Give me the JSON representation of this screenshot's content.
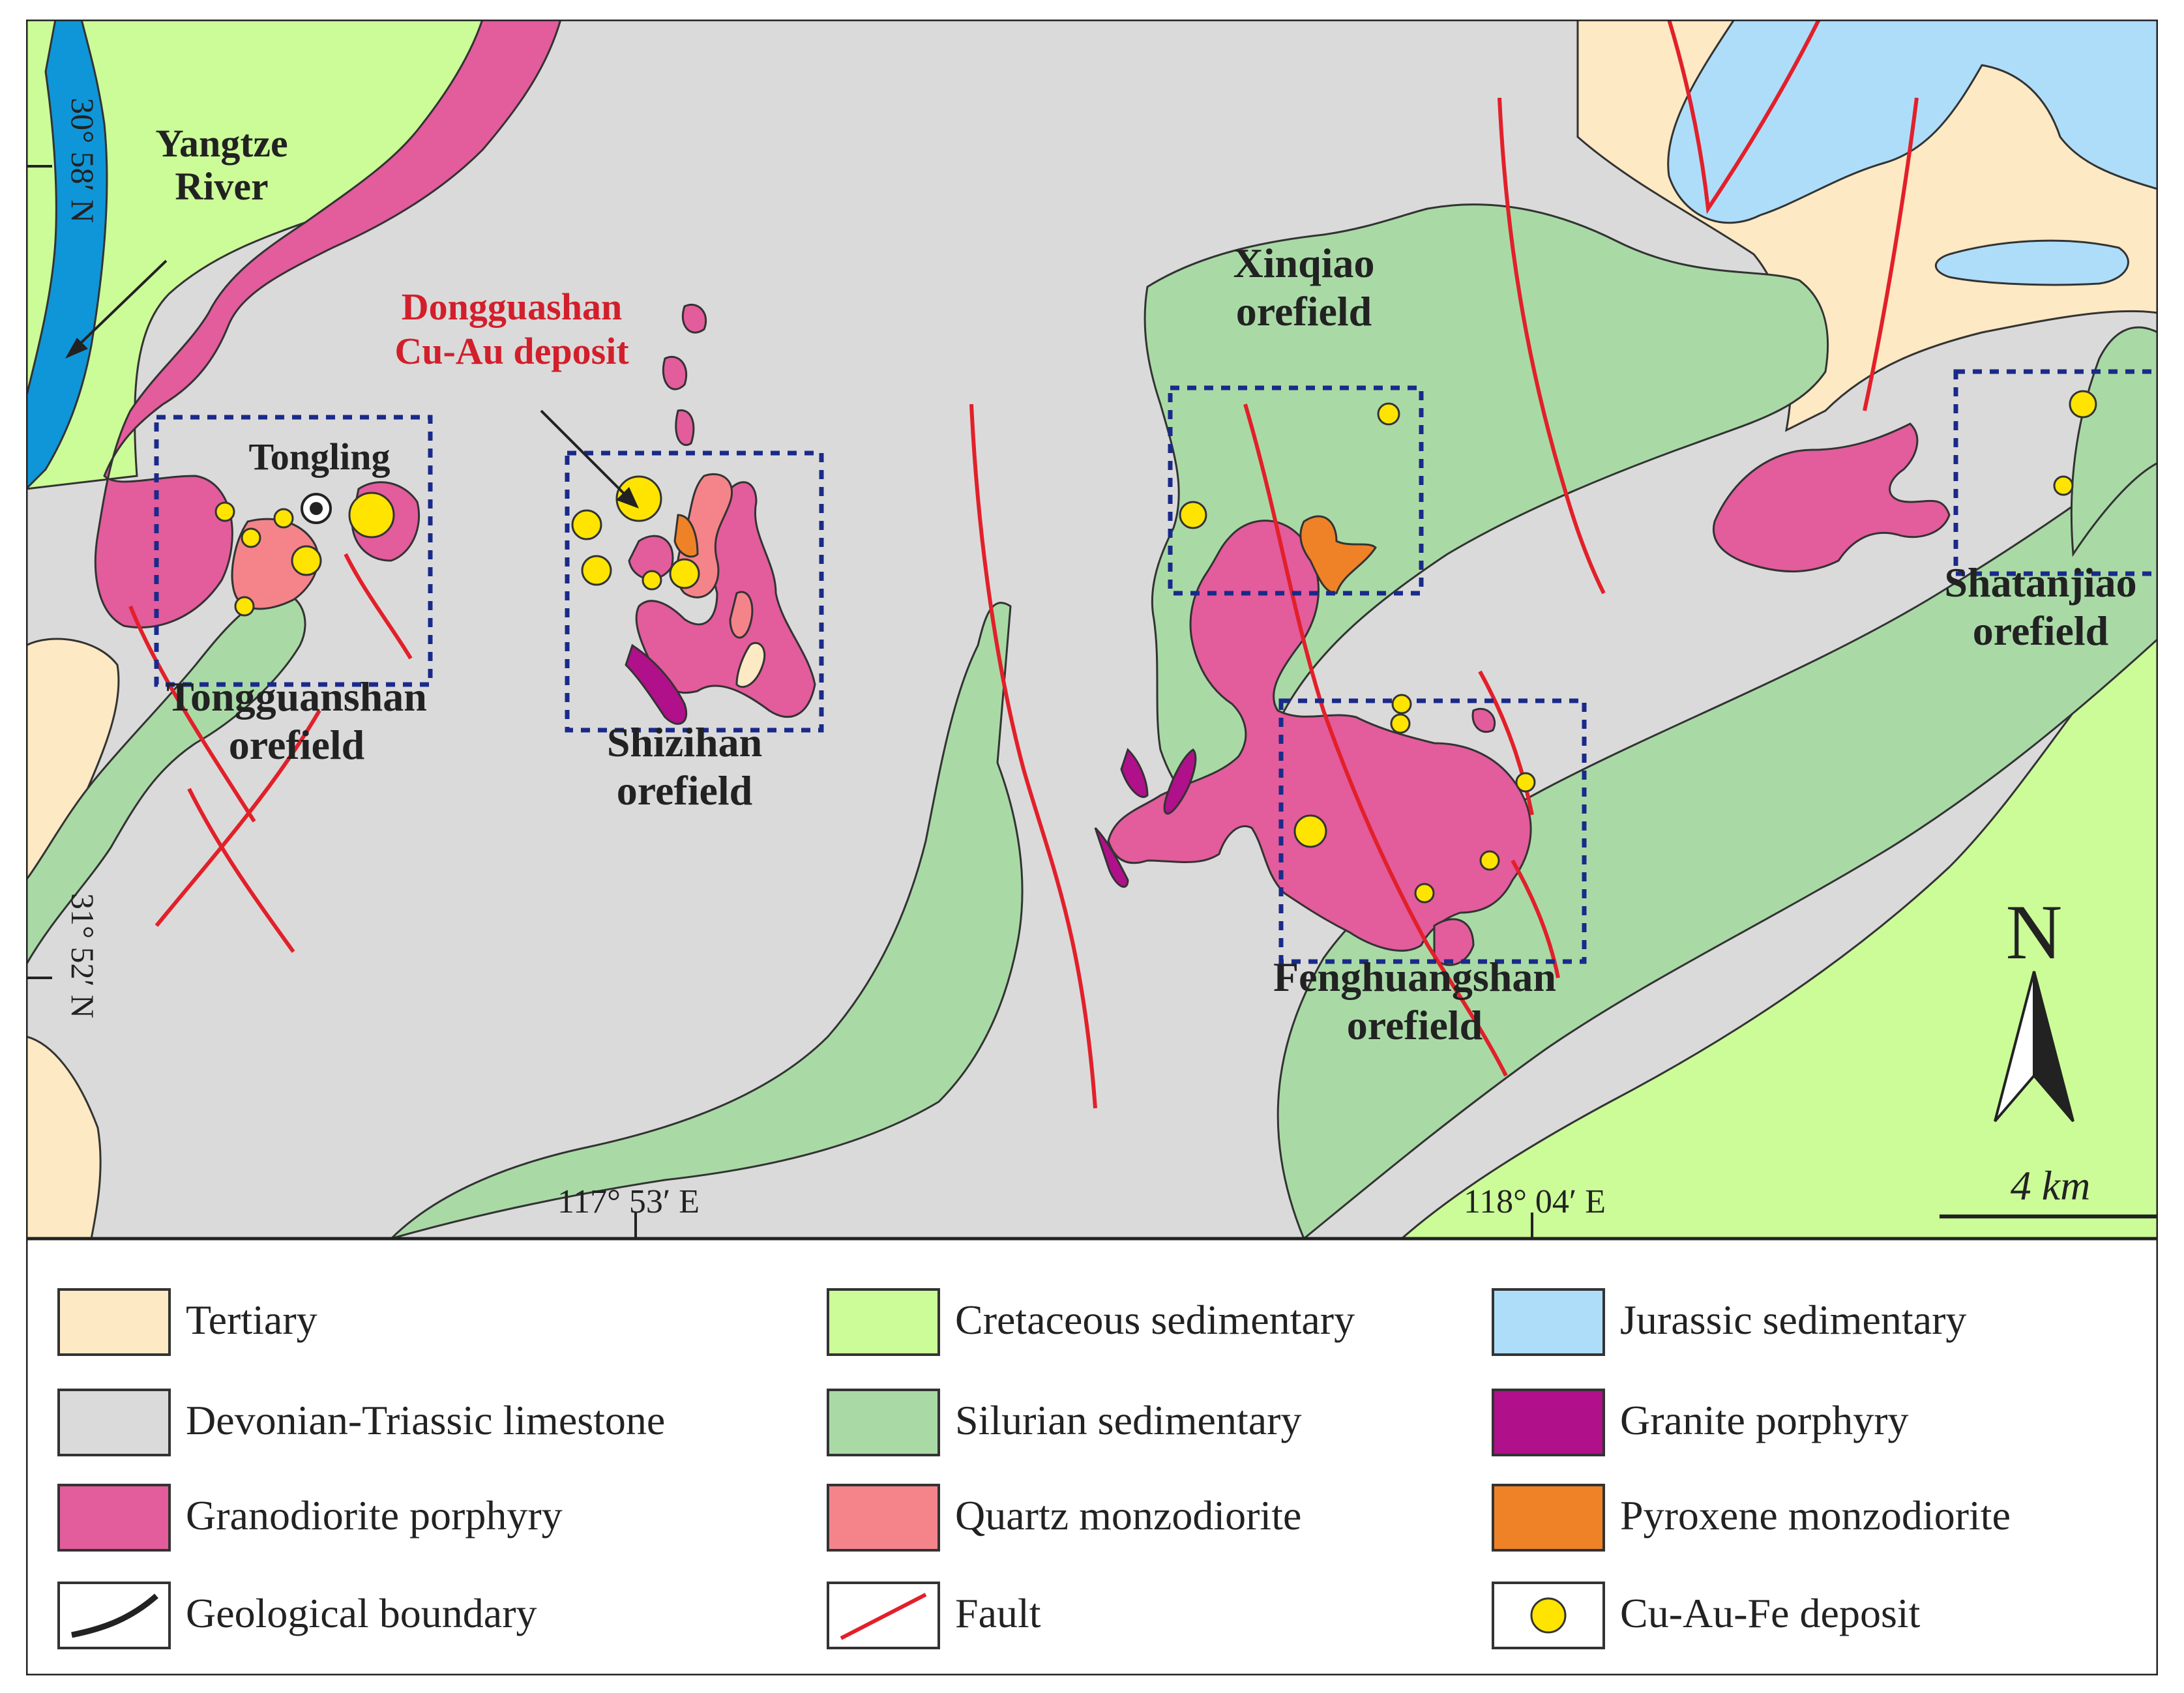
{
  "colors": {
    "tertiary": "#fde9c3",
    "cretaceous": "#ccfc98",
    "jurassic": "#aeddf9",
    "limestone": "#dadada",
    "silurian": "#a9daa6",
    "granite": "#b0108a",
    "granodiorite": "#e35c9c",
    "quartz": "#f4848a",
    "pyroxene": "#ef8226",
    "deposit": "#ffe400",
    "fault": "#e2202a",
    "river": "#0f96d8",
    "box": "#1a2a8a"
  },
  "map": {
    "river_label": "Yangtze\nRiver",
    "city": "Tongling",
    "target_deposit": "Dongguashan\nCu-Au deposit",
    "orefields": [
      "Tongguanshan\norefield",
      "Shizihan\norefield",
      "Xinqiao\norefield",
      "Fenghuangshan\norefield",
      "Shatanjiao\norefield"
    ],
    "lat_top": "30° 58′ N",
    "lat_bottom": "31° 52′ N",
    "lon_left": "117° 53′ E",
    "lon_right": "118° 04′ E",
    "north": "N",
    "scale": "4 km"
  },
  "legend": [
    {
      "key": "tertiary",
      "label": "Tertiary",
      "icon": "fill"
    },
    {
      "key": "cretaceous",
      "label": "Cretaceous sedimentary",
      "icon": "fill"
    },
    {
      "key": "jurassic",
      "label": "Jurassic sedimentary",
      "icon": "fill"
    },
    {
      "key": "limestone",
      "label": "Devonian-Triassic limestone",
      "icon": "fill"
    },
    {
      "key": "silurian",
      "label": "Silurian sedimentary",
      "icon": "fill"
    },
    {
      "key": "granite",
      "label": "Granite porphyry",
      "icon": "fill"
    },
    {
      "key": "granodiorite",
      "label": "Granodiorite porphyry",
      "icon": "fill"
    },
    {
      "key": "quartz",
      "label": "Quartz monzodiorite",
      "icon": "fill"
    },
    {
      "key": "pyroxene",
      "label": "Pyroxene monzodiorite",
      "icon": "fill"
    },
    {
      "key": "boundary",
      "label": "Geological boundary",
      "icon": "boundary"
    },
    {
      "key": "fault",
      "label": "Fault",
      "icon": "fault"
    },
    {
      "key": "deposit",
      "label": "Cu-Au-Fe deposit",
      "icon": "deposit"
    }
  ]
}
